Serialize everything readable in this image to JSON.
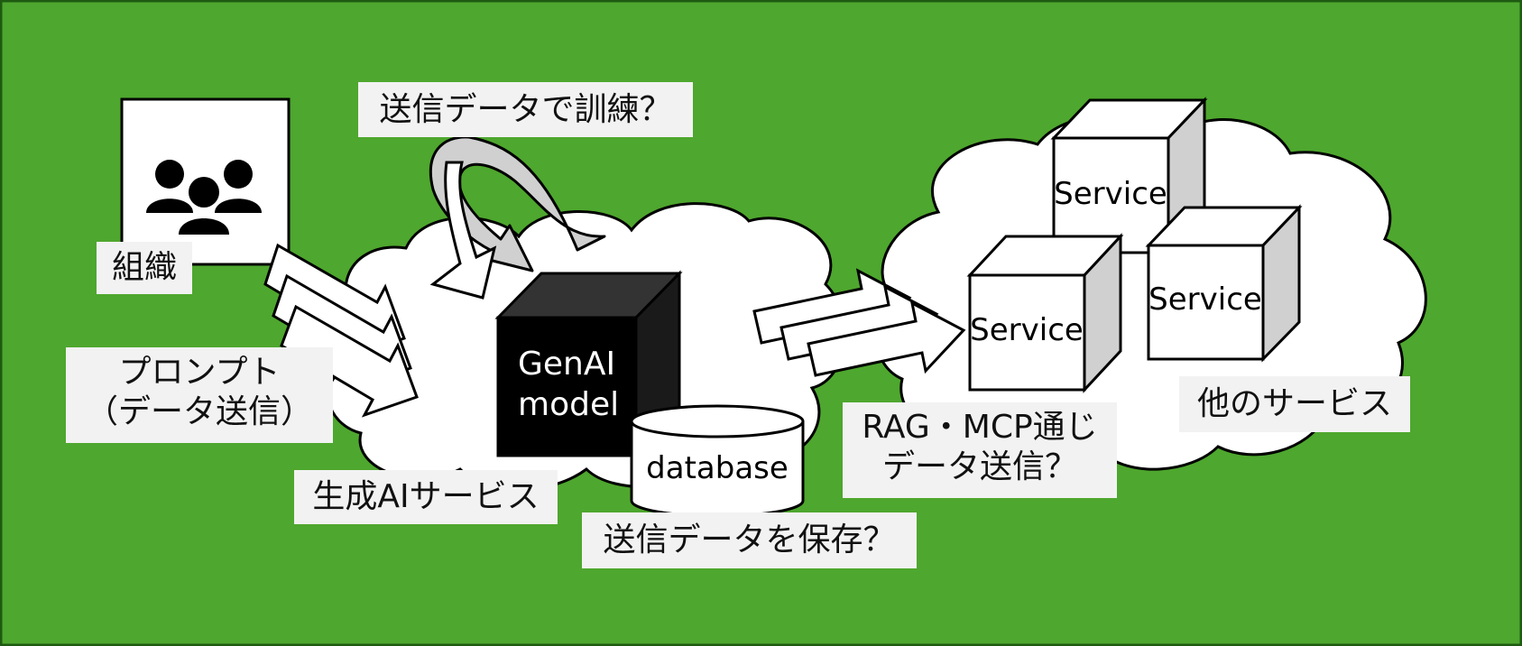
{
  "labels": {
    "org": "組織",
    "prompt_line1": "プロンプト",
    "prompt_line2": "（データ送信）",
    "genai_service": "生成AIサービス",
    "training": "送信データで訓練？",
    "storage": "送信データを保存？",
    "rag_line1": "RAG・MCP通じ",
    "rag_line2": "データ送信？",
    "other_services": "他のサービス"
  },
  "model": {
    "line1": "GenAI",
    "line2": "model"
  },
  "database": "database",
  "services": [
    "Service",
    "Service",
    "Service"
  ],
  "colors": {
    "background": "#4ea72e",
    "border": "#1e5a12",
    "label_bg": "#f2f2f2",
    "cube_side": "#d0d0d0",
    "model_box": "#000000",
    "model_top": "#333333"
  }
}
